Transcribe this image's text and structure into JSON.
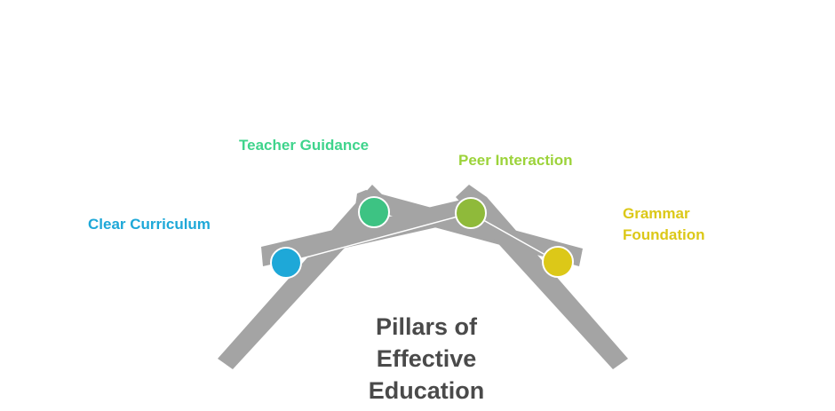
{
  "title": {
    "lines": [
      "Pillars of",
      "Effective",
      "Education"
    ]
  },
  "pillars": [
    {
      "label": "Clear Curriculum",
      "color": "#1ea8d8",
      "text_color": "#1ea8d8"
    },
    {
      "label": "Teacher Guidance",
      "color": "#3dc383",
      "text_color": "#3fd48c"
    },
    {
      "label": "Peer Interaction",
      "color": "#8fba3a",
      "text_color": "#9cd33a"
    },
    {
      "label": "Grammar Foundation",
      "label_lines": [
        "Grammar",
        "Foundation"
      ],
      "color": "#dcc818",
      "text_color": "#dcc818"
    }
  ],
  "colors": {
    "bar": "#a4a4a4",
    "title": "#4a4a4a",
    "outline": "#ffffff"
  }
}
